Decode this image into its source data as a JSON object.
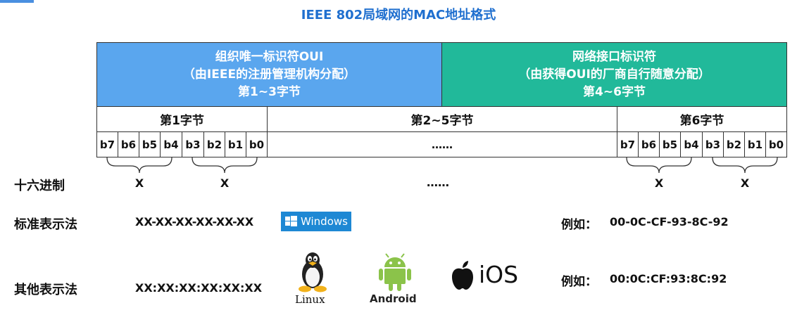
{
  "title": "IEEE 802局域网的MAC地址格式",
  "header": {
    "oui_line1": "组织唯一标识符OUI",
    "oui_line2": "（由IEEE的注册管理机构分配）",
    "oui_line3": "第1~3字节",
    "nic_line1": "网络接口标识符",
    "nic_line2": "（由获得OUI的厂商自行随意分配）",
    "nic_line3": "第4~6字节"
  },
  "bytes": {
    "first": "第1字节",
    "middle": "第2~5字节",
    "last": "第6字节"
  },
  "bits": [
    "b7",
    "b6",
    "b5",
    "b4",
    "b3",
    "b2",
    "b1",
    "b0"
  ],
  "ellipsis": "……",
  "rows": {
    "hex_label": "十六进制",
    "hex_x": "X",
    "hex_ellipsis": "……",
    "std_label": "标准表示法",
    "std_format": "XX-XX-XX-XX-XX-XX",
    "std_example_label": "例如：",
    "std_example_value": "00-0C-CF-93-8C-92",
    "other_label": "其他表示法",
    "other_format": "XX:XX:XX:XX:XX:XX",
    "other_example_label": "例如：",
    "other_example_value": "00:0C:CF:93:8C:92"
  },
  "os": {
    "windows": "Windows",
    "linux": "Linux",
    "android": "Android",
    "ios": "iOS"
  },
  "colors": {
    "title": "#1f6fcf",
    "oui_bg": "#5aa6ee",
    "nic_bg": "#21b99a",
    "windows_bg": "#1e88d4",
    "android_green": "#8bc34a"
  }
}
